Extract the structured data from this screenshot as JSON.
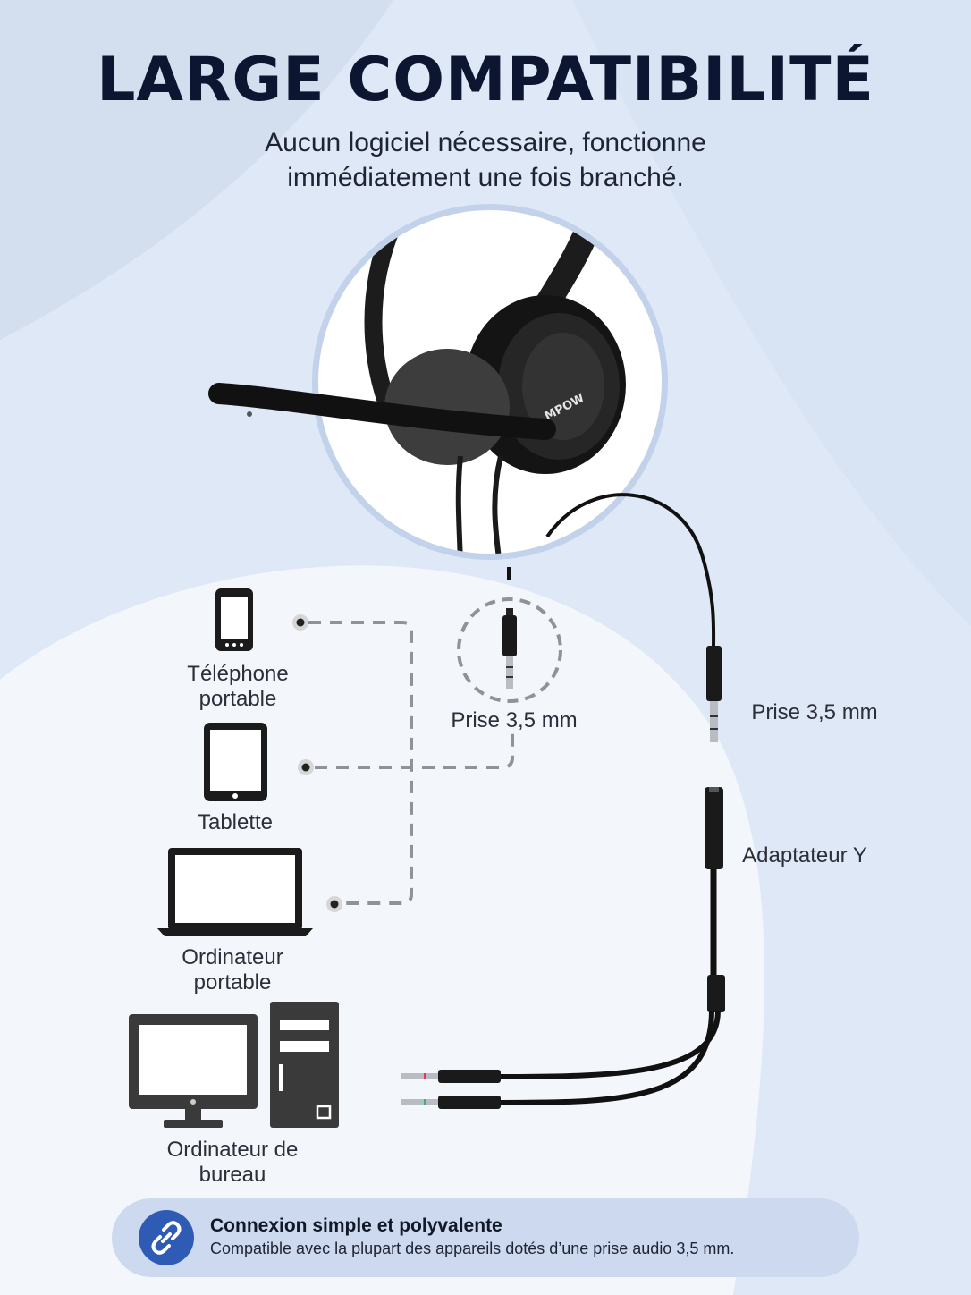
{
  "header": {
    "title": "LARGE COMPATIBILITÉ",
    "subtitle": "Aucun logiciel nécessaire, fonctionne immédiatement une fois branché."
  },
  "devices": {
    "phone": "Téléphone portable",
    "tablet": "Tablette",
    "laptop": "Ordinateur portable",
    "desktop": "Ordinateur de bureau"
  },
  "headset": {
    "brand": "MPOW"
  },
  "connectors": {
    "jack_center": "Prise 3,5 mm",
    "jack_right": "Prise 3,5 mm",
    "adapter": "Adaptateur Y"
  },
  "banner": {
    "title": "Connexion simple et polyvalente",
    "description": "Compatible avec la plupart des appareils dotés d’une prise audio 3,5 mm."
  },
  "colors": {
    "background": "#dfe8f6",
    "title": "#0d1631",
    "accent": "#2f5bb4",
    "device": "#1b1b1b"
  },
  "icons": [
    "phone-icon",
    "tablet-icon",
    "laptop-icon",
    "desktop-icon",
    "tower-icon",
    "link-icon",
    "headset-image",
    "jack-icon"
  ]
}
